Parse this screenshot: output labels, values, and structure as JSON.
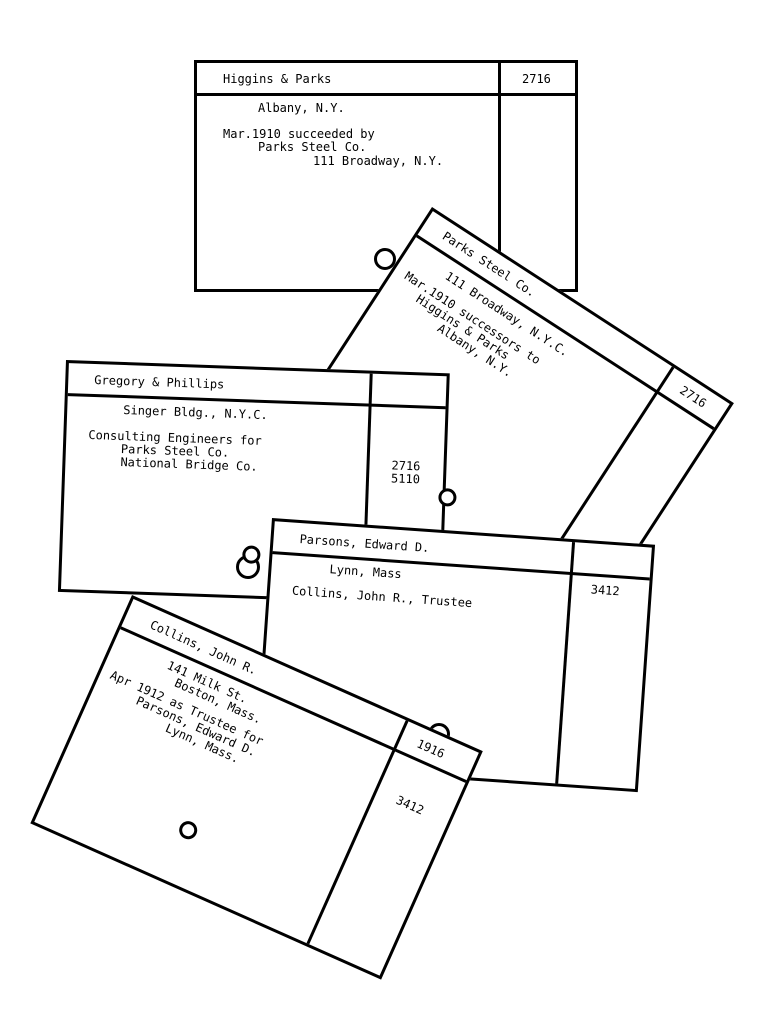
{
  "cards": [
    {
      "id": "higgins-parks",
      "name": "Higgins & Parks",
      "number": "2716",
      "lines": [
        "Albany, N.Y.",
        "Mar.1910 succeeded by",
        "Parks Steel Co.",
        "111 Broadway, N.Y."
      ]
    },
    {
      "id": "parks-steel",
      "name": "Parks Steel Co.",
      "number": "2716",
      "lines": [
        "111 Broadway, N.Y.C.",
        "Mar.1910 successors to",
        "Higgins & Parks",
        "Albany, N.Y."
      ]
    },
    {
      "id": "gregory-phillips",
      "name": "Gregory & Phillips",
      "number": "",
      "lines": [
        "Singer Bldg., N.Y.C.",
        "Consulting Engineers for",
        "Parks Steel Co.",
        "National Bridge Co."
      ],
      "side_numbers": [
        "2716",
        "5110"
      ]
    },
    {
      "id": "parsons-edward",
      "name": "Parsons, Edward D.",
      "number": "3412",
      "lines": [
        "Lynn, Mass",
        "Collins, John R., Trustee"
      ]
    },
    {
      "id": "collins-john",
      "name": "Collins, John R.",
      "number": "1916",
      "lines": [
        "141 Milk St.",
        "Boston, Mass.",
        "Apr 1912 as Trustee for",
        "Parsons, Edward D.",
        "Lynn, Mass."
      ],
      "side_numbers": [
        "3412"
      ]
    }
  ]
}
